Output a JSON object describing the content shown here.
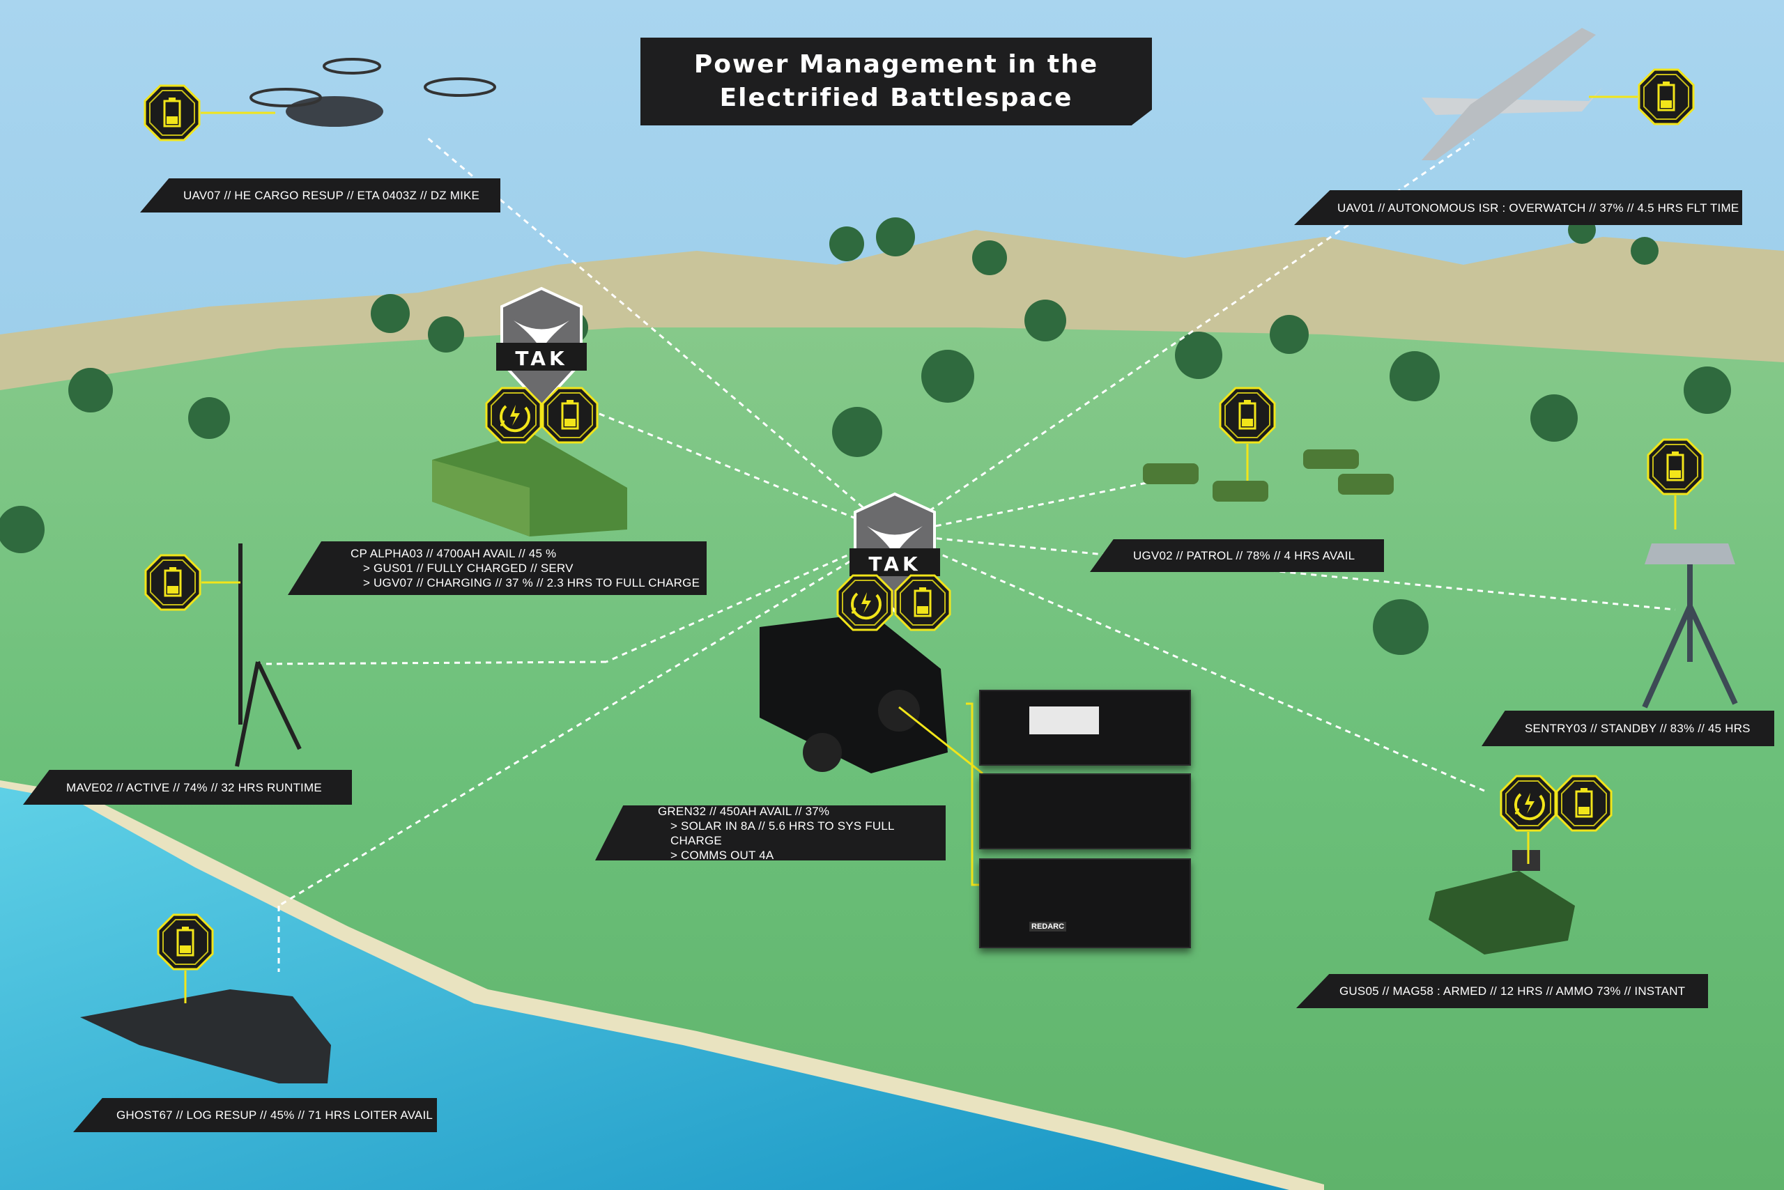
{
  "title": {
    "line1": "Power Management in the",
    "line2": "Electrified Battlespace"
  },
  "tak_badge": "TAK",
  "rack_brand": "REDARC",
  "colors": {
    "accent": "#f2e51a",
    "label_bg": "#1c1c1d",
    "grass": "#6fc47f",
    "water": "#2fb4d6",
    "sky": "#8fc7e6"
  },
  "assets": [
    {
      "id": "uav07",
      "lines": [
        "UAV07 // HE CARGO RESUP // ETA 0403Z // DZ MIKE"
      ],
      "icons": [
        "battery-icon"
      ]
    },
    {
      "id": "uav01",
      "lines": [
        "UAV01 // AUTONOMOUS  ISR : OVERWATCH // 37% // 4.5 HRS FLT TIME"
      ],
      "icons": [
        "battery-icon"
      ]
    },
    {
      "id": "cp-alpha03",
      "lines": [
        "CP ALPHA03 // 4700AH AVAIL // 45 %",
        "> GUS01 // FULLY CHARGED // SERV",
        "> UGV07 // CHARGING // 37 % // 2.3 HRS TO FULL CHARGE"
      ],
      "icons": [
        "charging-icon",
        "battery-icon"
      ]
    },
    {
      "id": "ugv02",
      "lines": [
        "UGV02 // PATROL // 78% // 4 HRS AVAIL"
      ],
      "icons": [
        "battery-icon"
      ]
    },
    {
      "id": "mave02",
      "lines": [
        "MAVE02 // ACTIVE // 74% // 32 HRS RUNTIME"
      ],
      "icons": [
        "battery-icon"
      ]
    },
    {
      "id": "sentry03",
      "lines": [
        "SENTRY03 // STANDBY //  83%  // 45 HRS"
      ],
      "icons": [
        "battery-icon"
      ]
    },
    {
      "id": "gren32",
      "lines": [
        "GREN32 // 450AH AVAIL // 37%",
        "> SOLAR IN 8A // 5.6 HRS TO SYS FULL CHARGE",
        "> COMMS OUT 4A"
      ],
      "icons": [
        "charging-icon",
        "battery-icon"
      ]
    },
    {
      "id": "gus05",
      "lines": [
        "GUS05 // MAG58 :  ARMED // 12 HRS // AMMO 73% // INSTANT"
      ],
      "icons": [
        "charging-icon",
        "battery-icon"
      ]
    },
    {
      "id": "ghost67",
      "lines": [
        "GHOST67 // LOG RESUP // 45% // 71 HRS LOITER AVAIL"
      ],
      "icons": [
        "battery-icon"
      ]
    }
  ]
}
